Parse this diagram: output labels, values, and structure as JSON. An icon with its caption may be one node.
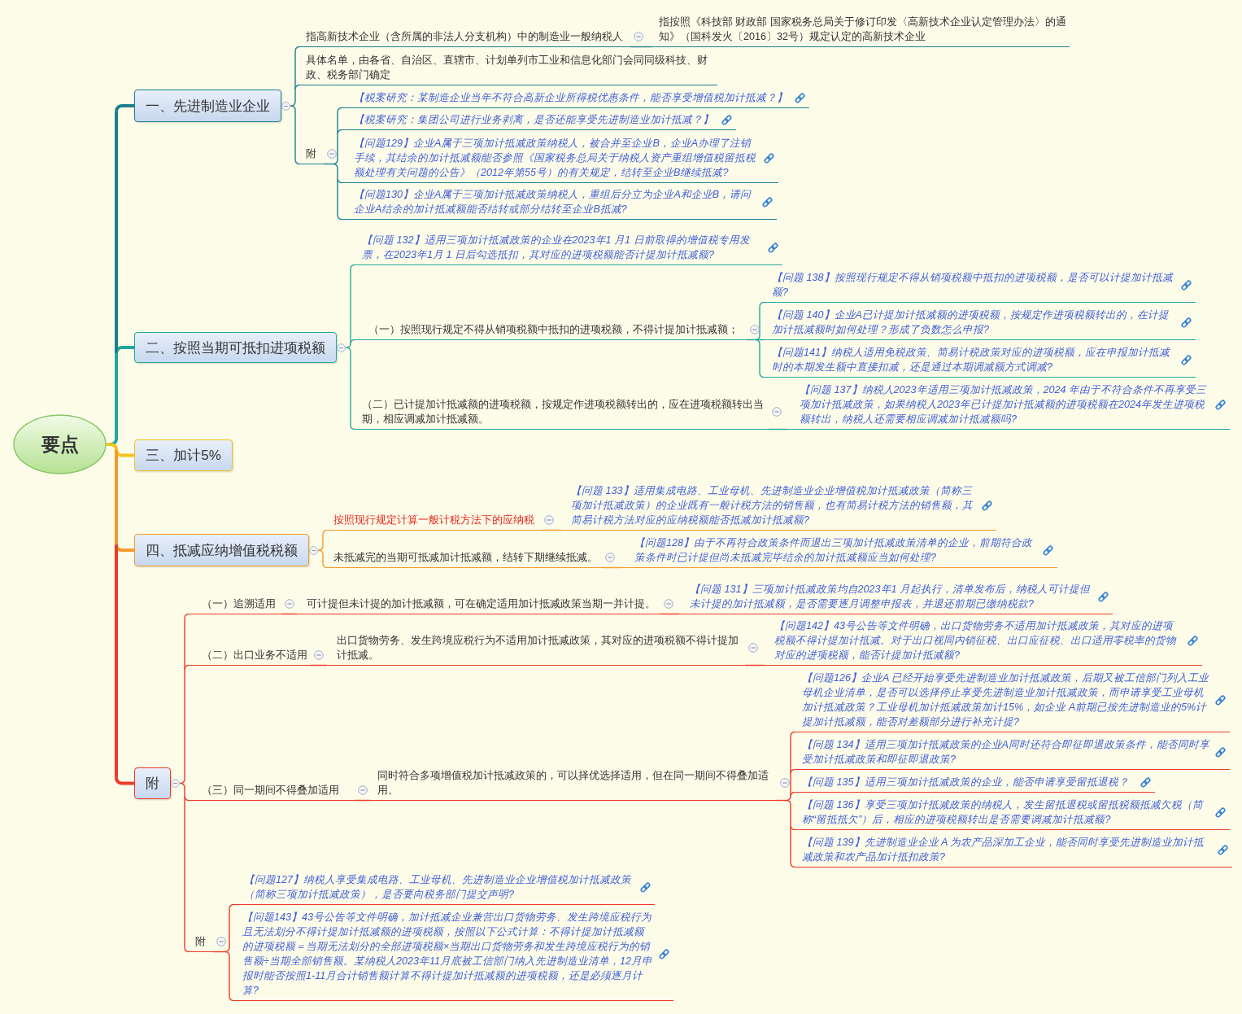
{
  "diagram": {
    "nodes": [
      {
        "text": [
          "要点"
        ]
      },
      {
        "text": [
          "一、先进制造业企业"
        ]
      },
      {
        "text": [
          "指高新技术企业（含所属的非法人分支机构）中的制造业一般纳税人"
        ]
      },
      {
        "text": [
          "指按照《科技部 财政部 国家税务总局关于修订印发〈高新技术企业认定管理办法〉的通知》（国科发火〔2016〕32号）规定认定的高新技术企业"
        ]
      },
      {
        "text": [
          "具体名单，由各省、自治区、直辖市、计划单列市工业和信息化部门会同同级科技、财政、税务部门确定"
        ]
      },
      {
        "text": [
          "附"
        ]
      },
      {
        "text": [
          "【税案研究：某制造企业当年不符合高新企业所得税优惠条件，能否享受增值税加计抵减？】"
        ]
      },
      {
        "text": [
          "【税案研究：集团公司进行业务剥离，是否还能享受先进制造业加计抵减？】"
        ]
      },
      {
        "text": [
          "【问题129】企业A属于三项加计抵减政策纳税人，被合并至企业B，企业A办理了注销手续，其结余的加计抵减额能否参照《国家税务总局关于纳税人资产重组增值税留抵税额处理有关问题的公告》（2012年第55号）的有关规定，结转至企业B继续抵减?"
        ]
      },
      {
        "text": [
          "【问题130】企业A属于三项加计抵减政策纳税人，重组后分立为企业A和企业B，请问企业A结余的加计抵减额能否结转或部分结转至企业B抵减?"
        ]
      },
      {
        "text": [
          "二、按照当期可抵扣进项税额"
        ]
      },
      {
        "text": [
          "【问题 132】适用三项加计抵减政策的企业在2023年1 月1 日前取得的增值税专用发票，在2023年1月 1 日后勾选抵扣，其对应的进项税额能否计提加计抵减额?"
        ]
      },
      {
        "text": [
          "（一）按照现行规定不得从销项税额中抵扣的进项税额，不得计提加计抵减额；"
        ]
      },
      {
        "text": [
          "【问题 138】按照现行规定不得从销项税额中抵扣的进项税额，是否可以计提加计抵减额?"
        ]
      },
      {
        "text": [
          "【问题 140】企业A已计提加计抵减额的进项税额，按规定作进项税额转出的，在计提加计抵减额时如何处理？形成了负数怎么申报?"
        ]
      },
      {
        "text": [
          "【问题141】纳税人适用免税政策、简易计税政策对应的进项税额，应在申报加计抵减时的本期发生额中直接扣减，还是通过本期调减额方式调减?"
        ]
      },
      {
        "text": [
          "（二）已计提加计抵减额的进项税额，按规定作进项税额转出的，应在进项税额转出当期，相应调减加计抵减额。"
        ]
      },
      {
        "text": [
          "【问题 137】纳税人2023年适用三项加计抵减政策，2024 年由于不符合条件不再享受三项加计抵减政策，如果纳税人2023年已计提加计抵减额的进项税额在2024年发生进项税额转出，纳税人还需要相应调减加计抵减额吗?"
        ]
      },
      {
        "text": [
          "三、加计5%"
        ]
      },
      {
        "text": [
          "四、抵减应纳增值税税额"
        ]
      },
      {
        "text": [
          "按照现行规定计算一般计税方法下的应纳税"
        ]
      },
      {
        "text": [
          "【问题 133】适用集成电路、工业母机、先进制造业企业增值税加计抵减政策（简称三项加计抵减政策）的企业既有一般计税方法的销售额，也有简易计税方法的销售额，其简易计税方法对应的应纳税额能否抵减加计抵减额?"
        ]
      },
      {
        "text": [
          "未抵减完的当期可抵减加计抵减额，结转下期继续抵减。"
        ]
      },
      {
        "text": [
          "【问题128】由于不再符合政策条件而退出三项加计抵减政策清单的企业，前期符合政策条件时已计提但尚未抵减完毕结余的加计抵减额应当如何处理?"
        ]
      },
      {
        "text": [
          "附"
        ]
      },
      {
        "text": [
          "（一）追溯适用"
        ]
      },
      {
        "text": [
          "可计提但未计提的加计抵减额，可在确定适用加计抵减政策当期一并计提。"
        ]
      },
      {
        "text": [
          "【问题 131】三项加计抵减政策均自2023年1 月起执行，清单发布后，纳税人可计提但未计提的加计抵减额，是否需要逐月调整申报表，并退还前期已缴纳税款?"
        ]
      },
      {
        "text": [
          "（二）出口业务不适用"
        ]
      },
      {
        "text": [
          "出口货物劳务、发生跨境应税行为不适用加计抵减政策，其对应的进项税额不得计提加计抵减。"
        ]
      },
      {
        "text": [
          "【问题142】43号公告等文件明确，出口货物劳务不适用加计抵减政策，其对应的进项税额不得计提加计抵减。对于出口视同内销征税、出口应征税、出口适用零税率的货物对应的进项税额，能否计提加计抵减额?"
        ]
      },
      {
        "text": [
          "（三）同一期间不得叠加适用"
        ]
      },
      {
        "text": [
          "同时符合多项增值税加计抵减政策的，可以择优选择适用，但在同一期间不得叠加适用。"
        ]
      },
      {
        "text": [
          "【问题126】企业A 已经开始享受先进制造业加计抵减政策，后期又被工信部门列入工业母机企业清单，是否可以选择停止享受先进制造业加计抵减政策，而申请享受工业母机加计抵减政策？工业母机加计抵减政策加计15%，如企业 A前期已按先进制造业的5%计提加计抵减额，能否对差额部分进行补充计提?"
        ]
      },
      {
        "text": [
          "【问题 134】适用三项加计抵减政策的企业A同时还符合即征即退政策条件，能否同时享受加计抵减政策和即征即退政策?"
        ]
      },
      {
        "text": [
          "【问题 135】适用三项加计抵减政策的企业，能否申请享受留抵退税？"
        ]
      },
      {
        "text": [
          "【问题 136】享受三项加计抵减政策的纳税人，发生留抵退税或留抵税额抵减欠税（简称“留抵抵欠”）后，相应的进项税额转出是否需要调减加计抵减额?"
        ]
      },
      {
        "text": [
          "【问题 139】先进制造业企业 A 为农产品深加工企业，能否同时享受先进制造业加计抵减政策和农产品加计抵扣政策?"
        ]
      },
      {
        "text": [
          "附"
        ]
      },
      {
        "text": [
          "【问题127】纳税人享受集成电路、工业母机、先进制造业企业增值税加计抵减政策（简称三项加计抵减政策），是否要向税务部门提交声明?"
        ]
      },
      {
        "text": [
          "【问题143】43号公告等文件明确，加计抵减企业兼营出口货物劳务、发生跨境应税行为且无法划分不得计提加计抵减额的进项税额，按照以下公式计算：不得计提加计抵减额的进项税额＝当期无法划分的全部进项税额×当期出口货物劳务和发生跨境应税行为的销售额÷当期全部销售额。某纳税人2023年11月底被工信部门纳入先进制造业清单，12月申报时能否按照1-11月合计销售额计算不得计提加计抵减额的进项税额，还是必须逐月计算?"
        ]
      }
    ],
    "edges": [
      {
        "from": 0,
        "to": 1,
        "arrow": "none",
        "style": "thick",
        "color": "#1c7f8e"
      },
      {
        "from": 1,
        "to": 2,
        "arrow": "none",
        "color": "#1c7f8e"
      },
      {
        "from": 2,
        "to": 3,
        "arrow": "none",
        "color": "#1c7f8e"
      },
      {
        "from": 1,
        "to": 4,
        "arrow": "none",
        "color": "#1c7f8e"
      },
      {
        "from": 1,
        "to": 5,
        "arrow": "none",
        "color": "#1c7f8e"
      },
      {
        "from": 5,
        "to": 6,
        "arrow": "none",
        "color": "#1c7f8e"
      },
      {
        "from": 5,
        "to": 7,
        "arrow": "none",
        "color": "#1c7f8e"
      },
      {
        "from": 5,
        "to": 8,
        "arrow": "none",
        "color": "#1c7f8e"
      },
      {
        "from": 5,
        "to": 9,
        "arrow": "none",
        "color": "#1c7f8e"
      },
      {
        "from": 0,
        "to": 10,
        "arrow": "none",
        "style": "thick",
        "color": "#21a89a"
      },
      {
        "from": 10,
        "to": 11,
        "arrow": "none",
        "color": "#21a89a"
      },
      {
        "from": 10,
        "to": 12,
        "arrow": "none",
        "color": "#21a89a"
      },
      {
        "from": 12,
        "to": 13,
        "arrow": "none",
        "color": "#21a89a"
      },
      {
        "from": 12,
        "to": 14,
        "arrow": "none",
        "color": "#21a89a"
      },
      {
        "from": 12,
        "to": 15,
        "arrow": "none",
        "color": "#21a89a"
      },
      {
        "from": 10,
        "to": 16,
        "arrow": "none",
        "color": "#21a89a"
      },
      {
        "from": 16,
        "to": 17,
        "arrow": "none",
        "color": "#21a89a"
      },
      {
        "from": 0,
        "to": 18,
        "arrow": "none",
        "style": "thick",
        "color": "#f2c31b"
      },
      {
        "from": 0,
        "to": 19,
        "arrow": "none",
        "style": "thick",
        "color": "#f39a2b"
      },
      {
        "from": 19,
        "to": 20,
        "arrow": "none",
        "color": "#f39a2b"
      },
      {
        "from": 20,
        "to": 21,
        "arrow": "none",
        "color": "#f39a2b"
      },
      {
        "from": 19,
        "to": 22,
        "arrow": "none",
        "color": "#f39a2b"
      },
      {
        "from": 22,
        "to": 23,
        "arrow": "none",
        "color": "#f39a2b"
      },
      {
        "from": 0,
        "to": 24,
        "arrow": "none",
        "style": "thick"
      },
      {
        "from": 24,
        "to": 25,
        "arrow": "none"
      },
      {
        "from": 25,
        "to": 26,
        "arrow": "none"
      },
      {
        "from": 26,
        "to": 27,
        "arrow": "none"
      },
      {
        "from": 24,
        "to": 28,
        "arrow": "none"
      },
      {
        "from": 28,
        "to": 29,
        "arrow": "none"
      },
      {
        "from": 29,
        "to": 30,
        "arrow": "none"
      },
      {
        "from": 24,
        "to": 31,
        "arrow": "none"
      },
      {
        "from": 31,
        "to": 32,
        "arrow": "none"
      },
      {
        "from": 32,
        "to": 33,
        "arrow": "none"
      },
      {
        "from": 32,
        "to": 34,
        "arrow": "none"
      },
      {
        "from": 32,
        "to": 35,
        "arrow": "none"
      },
      {
        "from": 32,
        "to": 36,
        "arrow": "none"
      },
      {
        "from": 32,
        "to": 37,
        "arrow": "none"
      },
      {
        "from": 24,
        "to": 38,
        "arrow": "none"
      },
      {
        "from": 38,
        "to": 39,
        "arrow": "none"
      },
      {
        "from": 38,
        "to": 40,
        "arrow": "none"
      }
    ]
  }
}
